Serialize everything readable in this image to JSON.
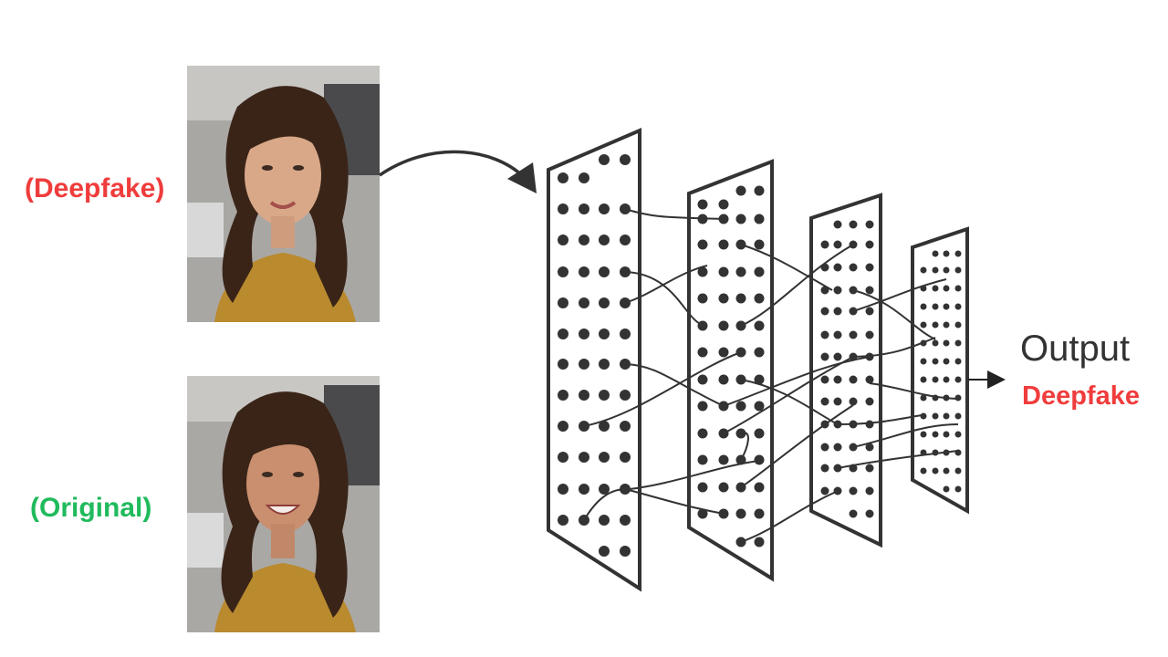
{
  "labels": {
    "deepfake": "(Deepfake)",
    "original": "(Original)"
  },
  "output": {
    "title": "Output",
    "value": "Deepfake"
  },
  "colors": {
    "deepfake": "#f03c3c",
    "original": "#1fba5c",
    "network": "#333333",
    "text": "#333333"
  },
  "images": {
    "top": "face-portrait-deepfake",
    "bottom": "face-portrait-original"
  }
}
